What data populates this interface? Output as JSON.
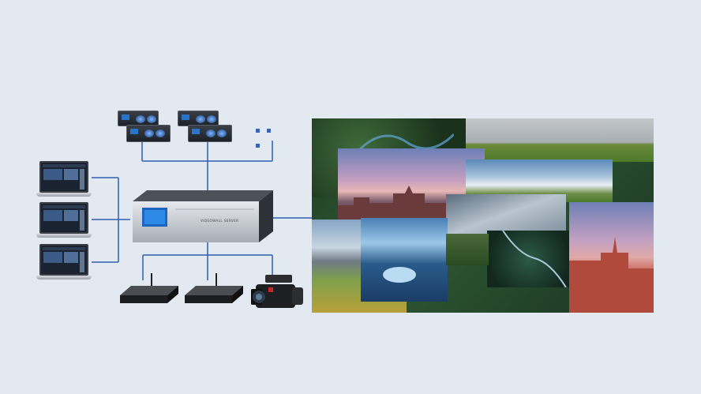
{
  "diagram": {
    "server": {
      "label": "VIDEOWALL SERVER"
    },
    "colors": {
      "background": "#e3e9f1",
      "connector": "#2f5db0"
    },
    "inputs": {
      "laptops": 3,
      "controllers": 2,
      "routers": 2,
      "camera": 1
    },
    "more_indicator": "..."
  }
}
